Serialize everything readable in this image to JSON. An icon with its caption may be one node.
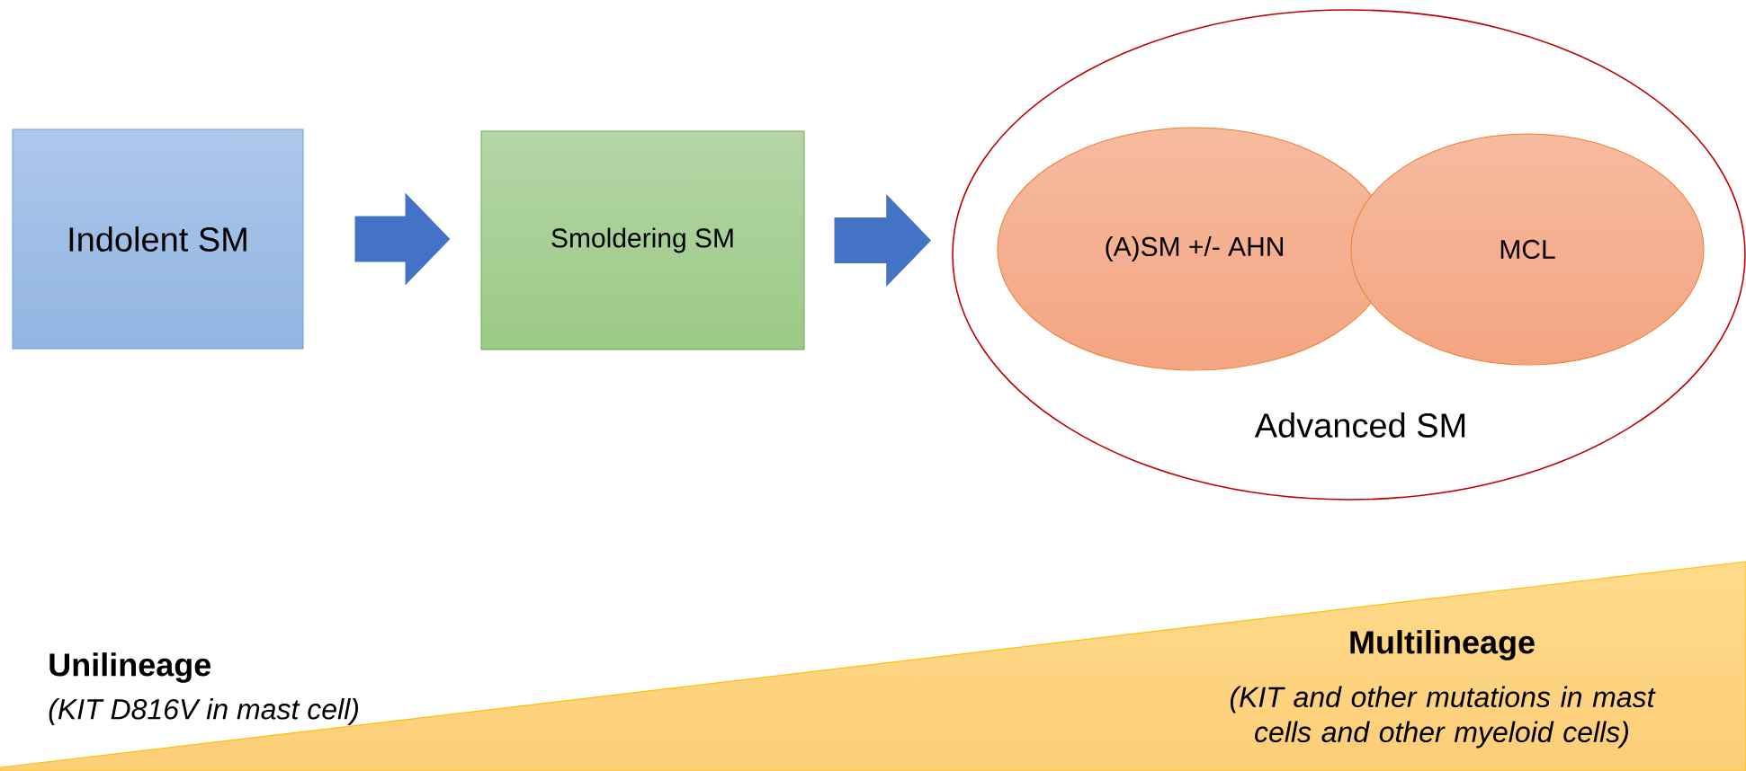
{
  "diagram": {
    "nodes": [
      {
        "text": [
          "Indolent SM"
        ]
      },
      {
        "text": [
          "Smoldering SM"
        ]
      },
      {
        "text": [
          "Advanced SM"
        ]
      },
      {
        "text": [
          "(A)SM +/- AHN"
        ],
        "in": 2
      },
      {
        "text": [
          "MCL"
        ],
        "in": 2
      }
    ],
    "edges": [
      {
        "from": 0,
        "to": 1,
        "arrow": "to"
      },
      {
        "from": 1,
        "to": 2,
        "arrow": "to"
      }
    ],
    "labels": [
      "Unilineage",
      "(KIT D816V in mast cell)",
      "Multilineage",
      "(KIT and other mutations in mast cells and other myeloid cells)"
    ]
  }
}
